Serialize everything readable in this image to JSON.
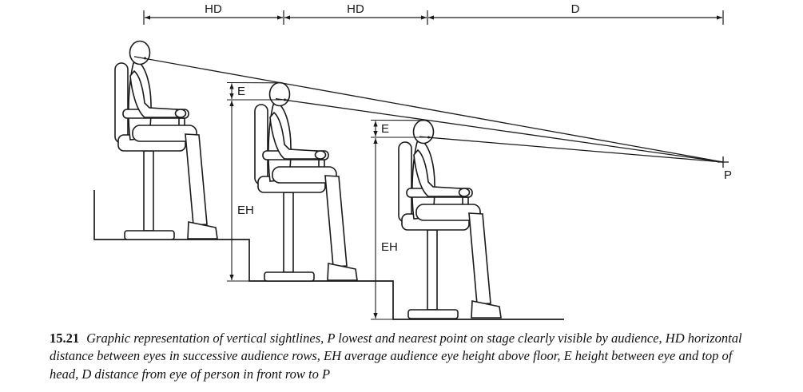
{
  "figure": {
    "labels": {
      "hd_row1": "HD",
      "hd_row2": "HD",
      "d": "D",
      "e_row2": "E",
      "e_row3": "E",
      "eh_row2": "EH",
      "eh_row3": "EH",
      "p": "P"
    },
    "caption": {
      "number": "15.21",
      "text": "Graphic representation of vertical sightlines, P lowest and nearest point on stage clearly visible by audience, HD horizontal distance between eyes in successive audience rows, EH average audience eye height above floor, E height between eye and top of head, D distance from eye of person in front row to P"
    },
    "colors": {
      "ink": "#1a1a1a",
      "paper": "#ffffff"
    }
  }
}
